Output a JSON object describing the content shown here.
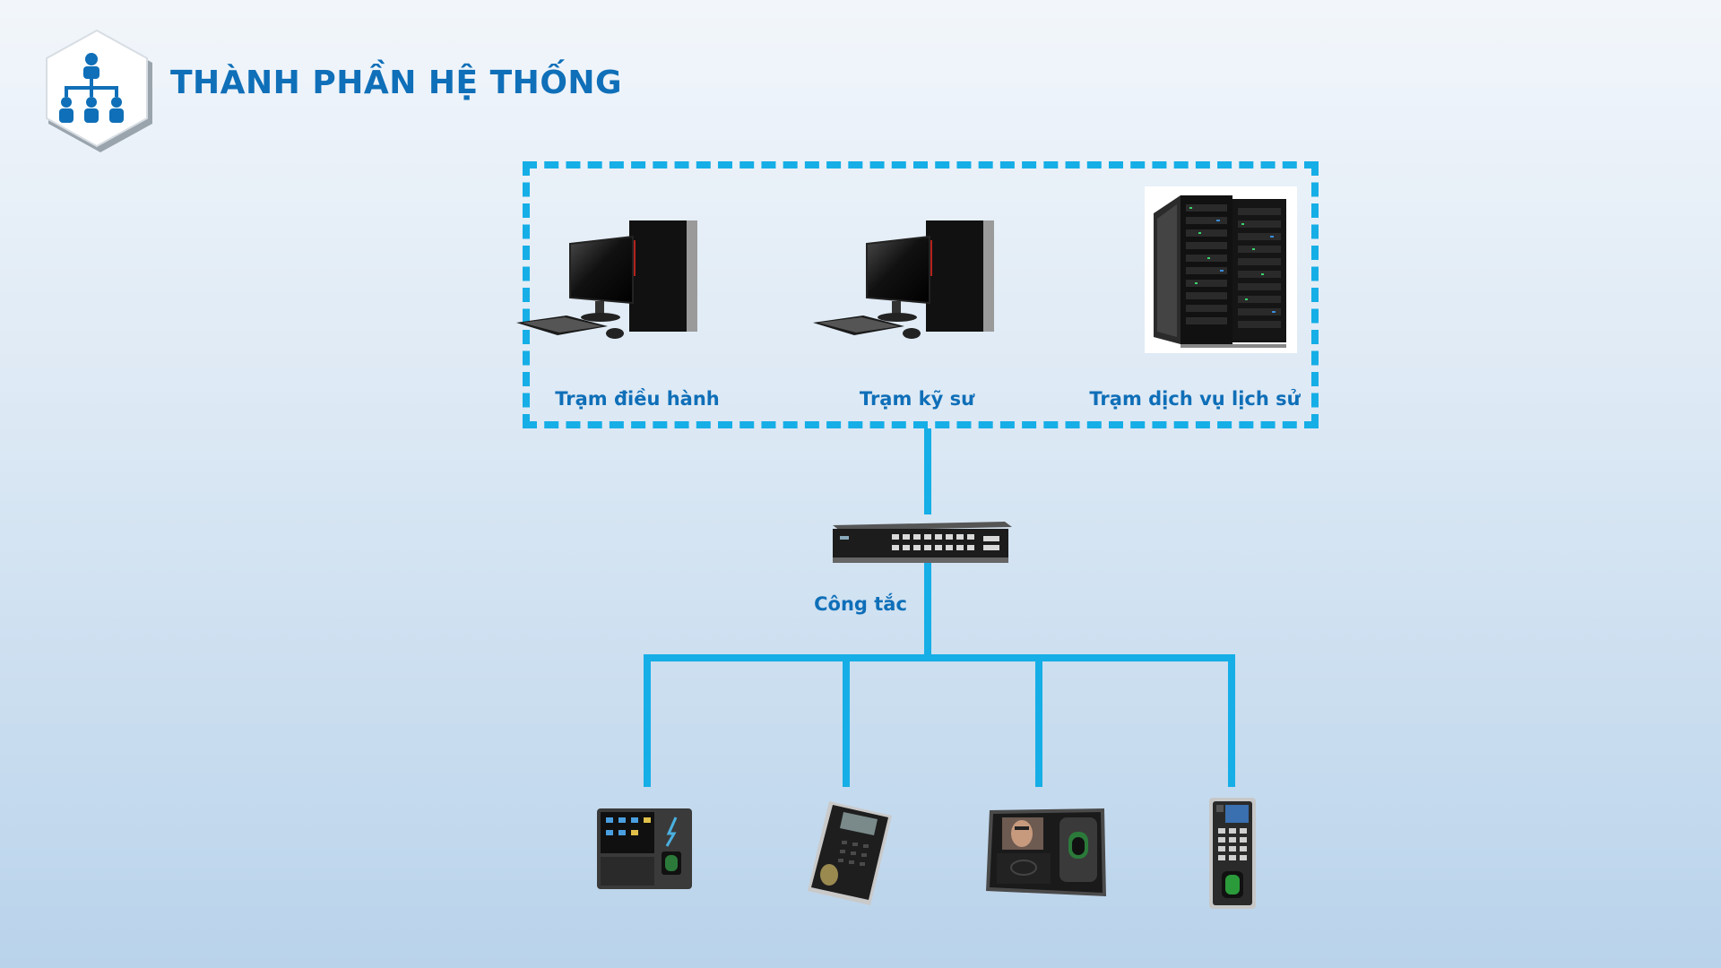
{
  "header": {
    "title": "THÀNH PHẦN HỆ THỐNG",
    "icon": "org-chart-icon",
    "accent_color": "#0f6fb8"
  },
  "stations": [
    {
      "label": "Trạm điều hành",
      "icon": "desktop-computer-icon"
    },
    {
      "label": "Trạm kỹ sư",
      "icon": "desktop-computer-icon"
    },
    {
      "label": "Trạm dịch vụ lịch sử",
      "icon": "server-rack-icon"
    }
  ],
  "switch": {
    "label": "Công tắc",
    "icon": "network-switch-icon"
  },
  "terminals": [
    {
      "icon": "fingerprint-terminal-icon"
    },
    {
      "icon": "card-reader-keypad-icon"
    },
    {
      "icon": "face-recognition-terminal-icon"
    },
    {
      "icon": "fingerprint-keypad-terminal-icon"
    }
  ],
  "colors": {
    "connector": "#16aee6",
    "label": "#0f6fb8"
  }
}
